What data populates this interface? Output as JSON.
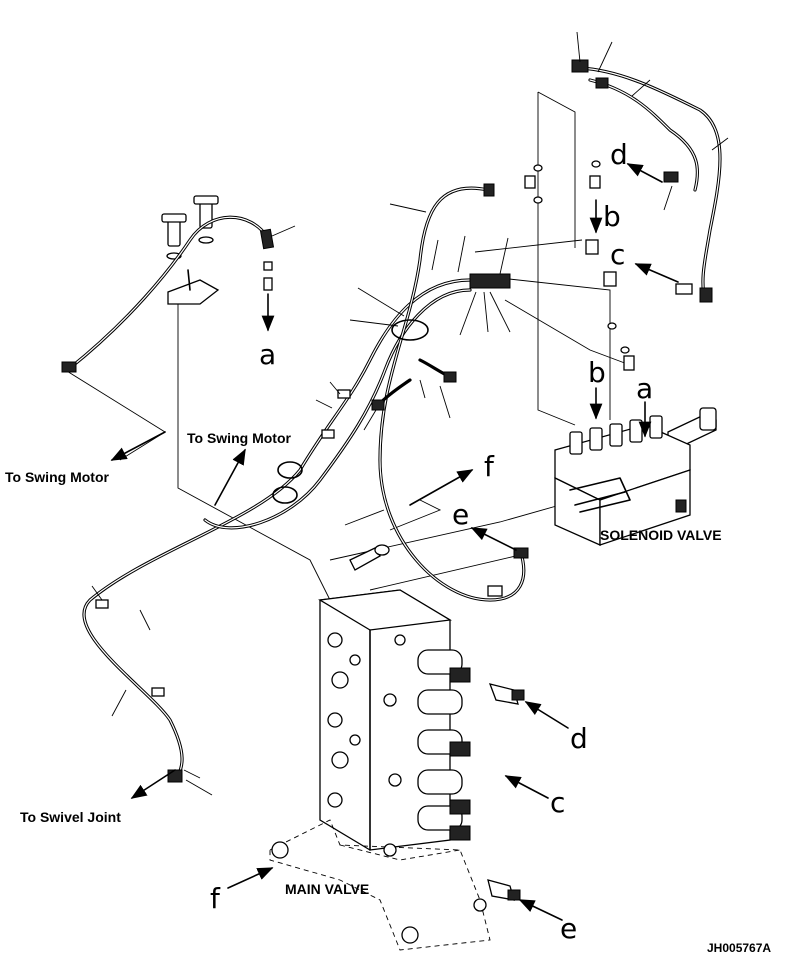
{
  "labels": {
    "to_swing_motor_left": "To Swing Motor",
    "to_swing_motor_center": "To Swing Motor",
    "to_swivel_joint": "To Swivel Joint",
    "solenoid_valve": "SOLENOID VALVE",
    "main_valve": "MAIN VALVE",
    "drawing_id": "JH005767A"
  },
  "letters": {
    "a_upper": "a",
    "a_solenoid": "a",
    "b_upper": "b",
    "b_solenoid": "b",
    "c_upper": "c",
    "c_main": "c",
    "d_upper": "d",
    "d_main": "d",
    "e_upper": "e",
    "e_main": "e",
    "f_upper": "f",
    "f_main": "f"
  }
}
